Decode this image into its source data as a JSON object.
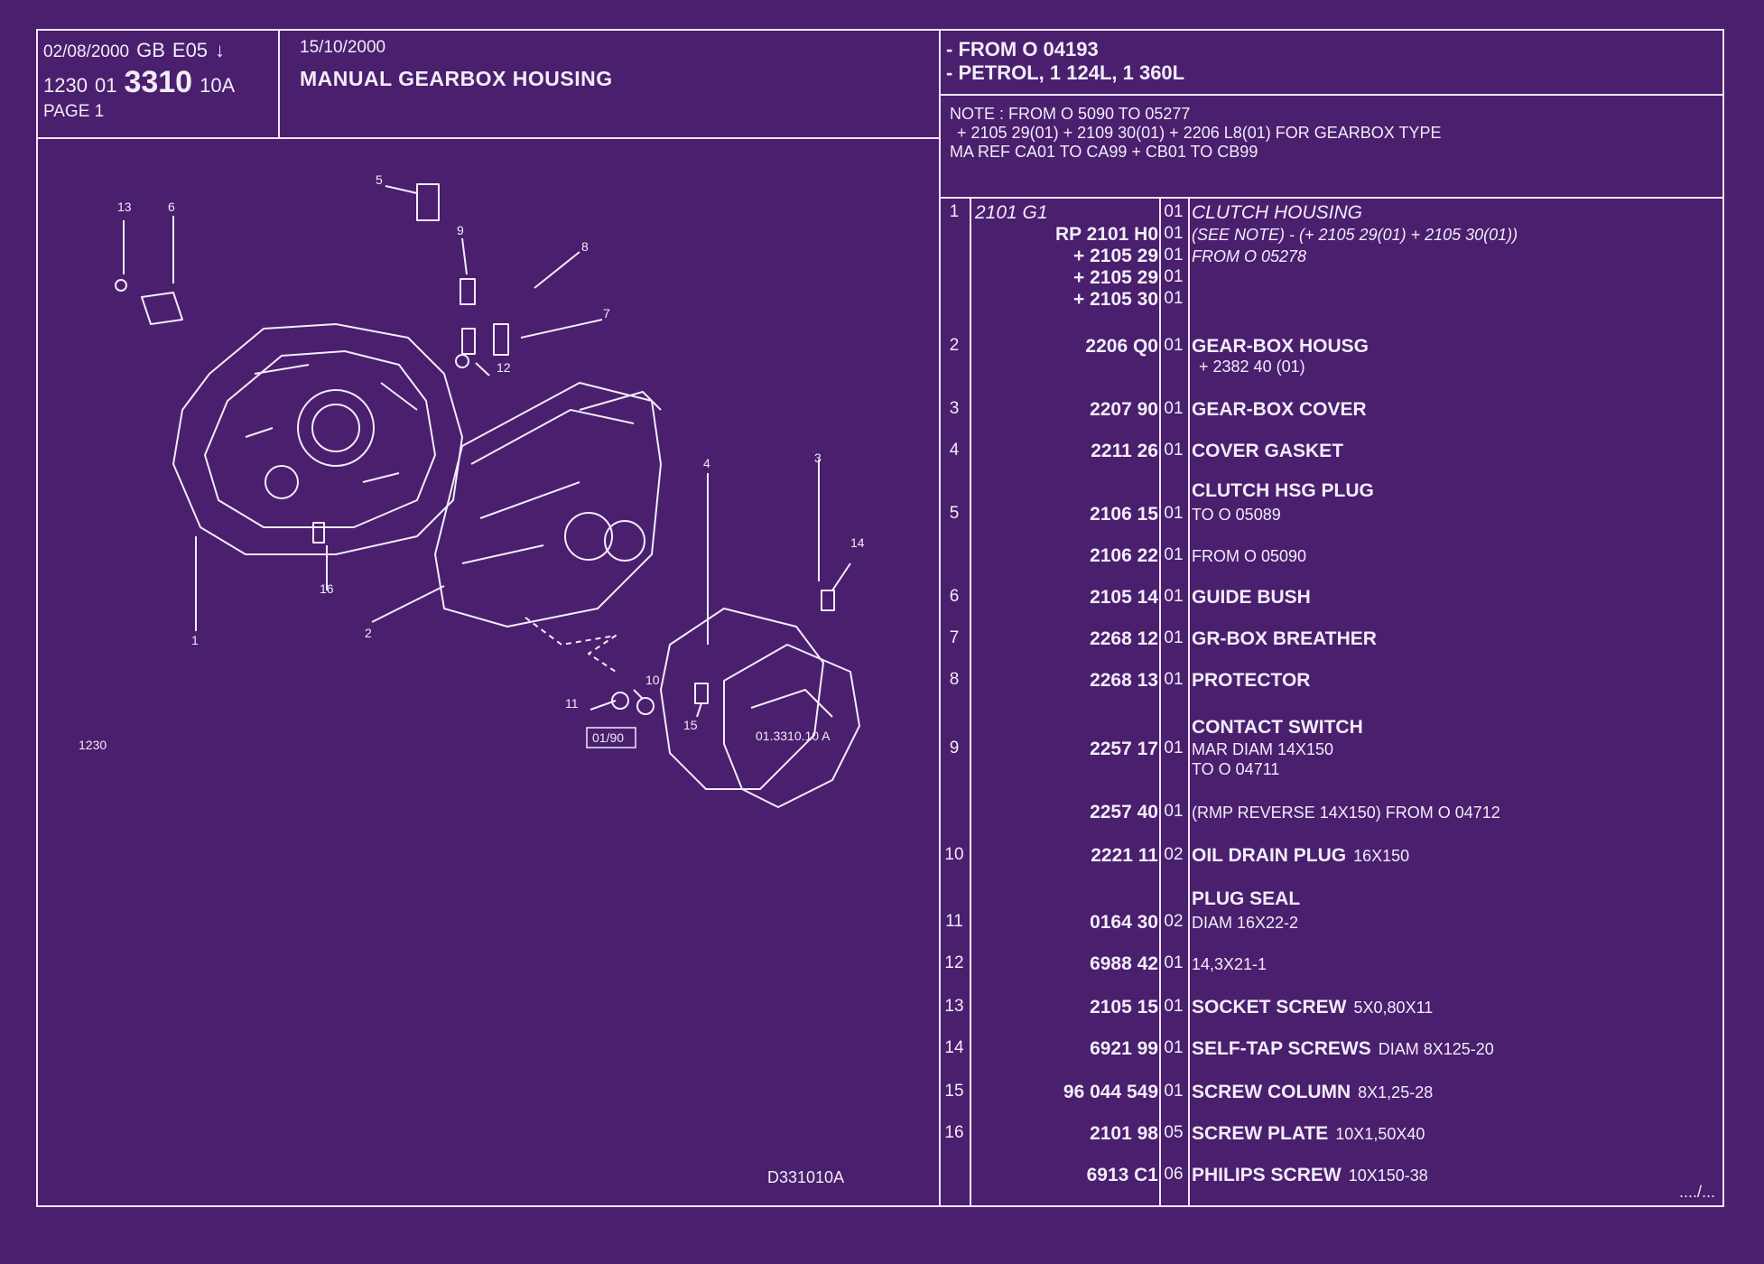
{
  "header": {
    "date1": "02/08/2000",
    "lang": "GB",
    "code": "E05",
    "arrow": "↓",
    "group": "1230",
    "sub": "01",
    "plate": "3310",
    "variant": "10A",
    "page": "PAGE  1",
    "date2": "15/10/2000",
    "title": "MANUAL GEARBOX HOUSING"
  },
  "applicability": {
    "line1": "- FROM  O   04193",
    "line2": "- PETROL, 1 124L, 1 360L"
  },
  "note": {
    "line1": "NOTE : FROM O 5090 TO 05277",
    "line2": "+ 2105 29(01) + 2109 30(01) + 2206 L8(01) FOR GEARBOX TYPE",
    "line3": "MA REF CA01 TO CA99 + CB01 TO CB99"
  },
  "diagram": {
    "ref_label": "1230",
    "plate_code": "01.3310.10 A",
    "box_code": "01/90",
    "drawing_code": "D331010A",
    "callouts": [
      "1",
      "2",
      "3",
      "4",
      "5",
      "6",
      "7",
      "8",
      "9",
      "10",
      "11",
      "12",
      "13",
      "14",
      "15",
      "16"
    ]
  },
  "parts": [
    {
      "num": "1",
      "ref": "2101 G1",
      "ref_italic": true,
      "qty": "01",
      "name": "CLUTCH HOUSING",
      "desc_italic": true,
      "extra": ""
    },
    {
      "num": "",
      "ref": "RP  2101  H0",
      "qty": "01",
      "name": "",
      "extra": "(SEE NOTE) - (+ 2105 29(01) + 2105 30(01))",
      "desc_italic": true
    },
    {
      "num": "",
      "ref": "+  2105 29",
      "qty": "01",
      "name": "",
      "extra": "FROM  O  05278",
      "desc_italic": true
    },
    {
      "num": "",
      "ref": "+  2105 29",
      "qty": "01",
      "name": "",
      "extra": ""
    },
    {
      "num": "",
      "ref": "+  2105 30",
      "qty": "01",
      "name": "",
      "extra": ""
    },
    {
      "num": "2",
      "ref": "2206 Q0",
      "qty": "01",
      "name": "GEAR-BOX HOUSG",
      "extra2": "+ 2382 40 (01)"
    },
    {
      "num": "3",
      "ref": "2207 90",
      "qty": "01",
      "name": "GEAR-BOX COVER",
      "extra": ""
    },
    {
      "num": "4",
      "ref": "2211 26",
      "qty": "01",
      "name": "COVER GASKET",
      "extra": ""
    },
    {
      "num": "",
      "ref": "",
      "qty": "",
      "name": "CLUTCH HSG PLUG",
      "extra": ""
    },
    {
      "num": "5",
      "ref": "2106 15",
      "qty": "01",
      "name": "",
      "extra": "TO  O  05089"
    },
    {
      "num": "",
      "ref": "2106 22",
      "qty": "01",
      "name": "",
      "extra": "FROM  O  05090"
    },
    {
      "num": "6",
      "ref": "2105 14",
      "qty": "01",
      "name": "GUIDE BUSH",
      "extra": ""
    },
    {
      "num": "7",
      "ref": "2268 12",
      "qty": "01",
      "name": "GR-BOX BREATHER",
      "extra": ""
    },
    {
      "num": "8",
      "ref": "2268 13",
      "qty": "01",
      "name": "PROTECTOR",
      "extra": ""
    },
    {
      "num": "",
      "ref": "",
      "qty": "",
      "name": "CONTACT SWITCH",
      "extra": ""
    },
    {
      "num": "9",
      "ref": "2257 17",
      "qty": "01",
      "name": "",
      "extra": "MAR DIAM 14X150",
      "extra2": "TO  O  04711"
    },
    {
      "num": "",
      "ref": "2257 40",
      "qty": "01",
      "name": "",
      "extra": "(RMP REVERSE 14X150) FROM  O  04712"
    },
    {
      "num": "10",
      "ref": "2221 11",
      "qty": "02",
      "name": "OIL DRAIN PLUG",
      "extra": "16X150"
    },
    {
      "num": "",
      "ref": "",
      "qty": "",
      "name": "PLUG SEAL",
      "extra": ""
    },
    {
      "num": "11",
      "ref": "0164 30",
      "qty": "02",
      "name": "",
      "extra": "DIAM 16X22-2"
    },
    {
      "num": "12",
      "ref": "6988 42",
      "qty": "01",
      "name": "",
      "extra": "14,3X21-1"
    },
    {
      "num": "13",
      "ref": "2105 15",
      "qty": "01",
      "name": "SOCKET SCREW",
      "extra": "5X0,80X11"
    },
    {
      "num": "14",
      "ref": "6921 99",
      "qty": "01",
      "name": "SELF-TAP SCREWS",
      "extra": "DIAM 8X125-20"
    },
    {
      "num": "15",
      "ref": "96 044 549",
      "qty": "01",
      "name": "SCREW COLUMN",
      "extra": "8X1,25-28"
    },
    {
      "num": "16",
      "ref": "2101 98",
      "qty": "05",
      "name": "SCREW PLATE",
      "extra": "10X1,50X40"
    },
    {
      "num": "",
      "ref": "6913 C1",
      "qty": "06",
      "name": "PHILIPS SCREW",
      "extra": "10X150-38"
    }
  ],
  "footer": {
    "continued": "..../..."
  },
  "colors": {
    "background": "#4a1f6e",
    "line": "#eee6f6"
  }
}
